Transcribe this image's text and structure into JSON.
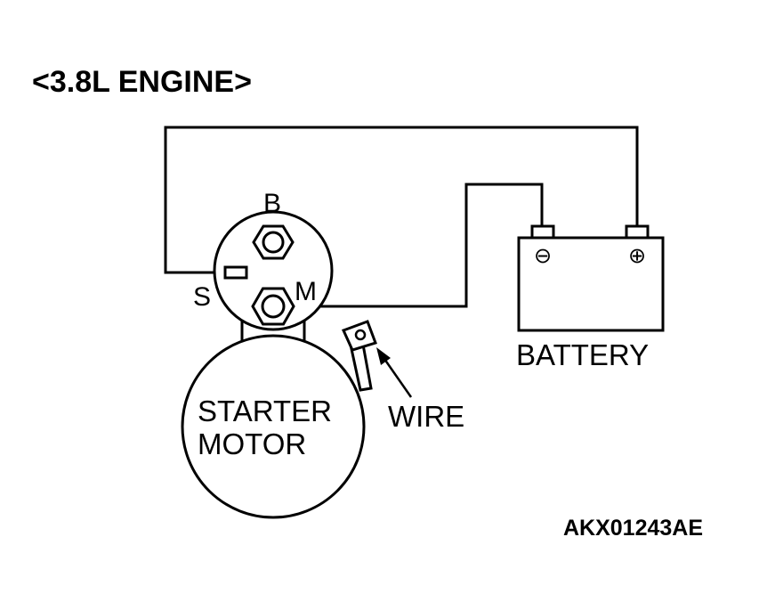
{
  "title": "<3.8L ENGINE>",
  "terminals": {
    "b": "B",
    "s": "S",
    "m": "M"
  },
  "motor": {
    "line1": "STARTER",
    "line2": "MOTOR"
  },
  "battery": {
    "label": "BATTERY",
    "negative": "⊖",
    "positive": "⊕"
  },
  "wire_label": "WIRE",
  "figure_code": "AKX01243AE",
  "colors": {
    "ink": "#000000",
    "background": "#ffffff"
  }
}
